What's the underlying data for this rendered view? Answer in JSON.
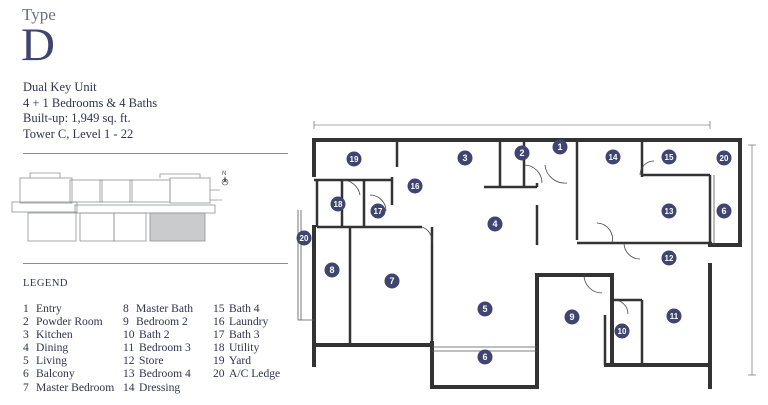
{
  "header": {
    "type_label": "Type",
    "unit_letter": "D"
  },
  "specs": {
    "unit_kind": "Dual Key Unit",
    "bedrooms_baths": "4 + 1 Bedrooms & 4 Baths",
    "built_up": "Built-up: 1,949 sq. ft.",
    "tower_level": "Tower C, Level 1 - 22"
  },
  "legend": {
    "title": "LEGEND",
    "items": [
      {
        "num": "1",
        "label": "Entry"
      },
      {
        "num": "2",
        "label": "Powder Room"
      },
      {
        "num": "3",
        "label": "Kitchen"
      },
      {
        "num": "4",
        "label": "Dining"
      },
      {
        "num": "5",
        "label": "Living"
      },
      {
        "num": "6",
        "label": "Balcony"
      },
      {
        "num": "7",
        "label": "Master Bedroom"
      },
      {
        "num": "8",
        "label": "Master Bath"
      },
      {
        "num": "9",
        "label": "Bedroom 2"
      },
      {
        "num": "10",
        "label": "Bath 2"
      },
      {
        "num": "11",
        "label": "Bedroom 3"
      },
      {
        "num": "12",
        "label": "Store"
      },
      {
        "num": "13",
        "label": "Bedroom 4"
      },
      {
        "num": "14",
        "label": "Dressing"
      },
      {
        "num": "15",
        "label": "Bath 4"
      },
      {
        "num": "16",
        "label": "Laundry"
      },
      {
        "num": "17",
        "label": "Bath 3"
      },
      {
        "num": "18",
        "label": "Utility"
      },
      {
        "num": "19",
        "label": "Yard"
      },
      {
        "num": "20",
        "label": "A/C Ledge"
      }
    ]
  },
  "keyplan": {
    "north_label": "N"
  },
  "plan": {
    "markers": [
      "1",
      "2",
      "3",
      "4",
      "5",
      "6",
      "7",
      "8",
      "9",
      "10",
      "11",
      "12",
      "13",
      "14",
      "15",
      "16",
      "17",
      "18",
      "19",
      "20",
      "20",
      "6"
    ]
  },
  "colors": {
    "marker": "#3f4470",
    "wall": "#333333",
    "highlight": "#c9cbcc",
    "accent": "#3f4470"
  }
}
